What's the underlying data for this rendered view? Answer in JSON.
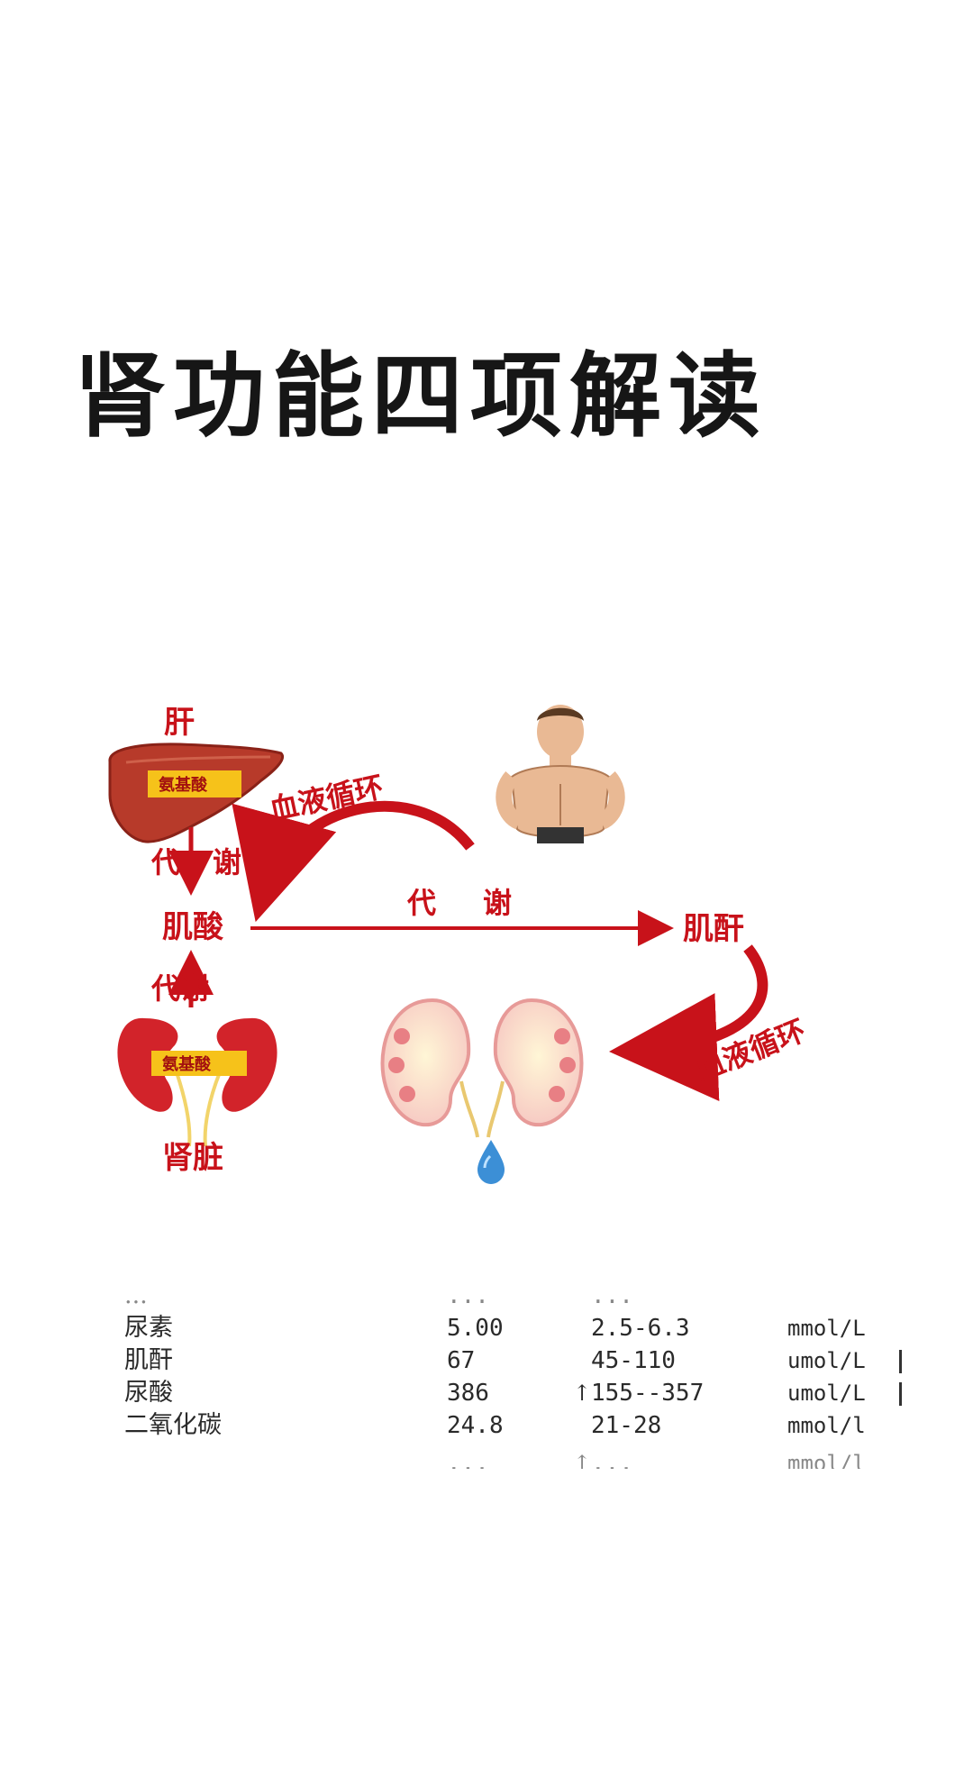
{
  "page": {
    "title": "肾功能四项解读"
  },
  "diagram": {
    "liver": "肝",
    "liver_amino": "氨基酸",
    "kidney_amino": "氨基酸",
    "kidney": "肾脏",
    "metabolism_char1": "代",
    "metabolism_char2": "谢",
    "metab_up_label": "代谢",
    "creatine": "肌酸",
    "creatinine": "肌酐",
    "blood_circulation": "血液循环",
    "metab_horizontal_char1": "代",
    "metab_horizontal_char2": "谢",
    "blood_circulation_2": "血液循环",
    "colors": {
      "arrow_red": "#c8121a",
      "label_red": "#c8121a",
      "amino_box": "#f6c21a",
      "liver": "#b73a2a",
      "kidney": "#d2232a",
      "kidney_section": "#f0b7b4"
    }
  },
  "report": {
    "partial_top": {
      "name": "...",
      "value": "...",
      "range": "..."
    },
    "rows": [
      {
        "name": "尿素",
        "value": "5.00",
        "flag": "",
        "range": "2.5-6.3",
        "unit": "mmol/L"
      },
      {
        "name": "肌酐",
        "value": "67",
        "flag": "",
        "range": "45-110",
        "unit": "umol/L"
      },
      {
        "name": "尿酸",
        "value": "386",
        "flag": "↑",
        "range": "155--357",
        "unit": "umol/L"
      },
      {
        "name": "二氧化碳",
        "value": "24.8",
        "flag": "",
        "range": "21-28",
        "unit": "mmol/l"
      }
    ],
    "partial_bottom": {
      "value": "...",
      "flag": "↑",
      "range": "...",
      "unit": "mmol/l"
    }
  }
}
